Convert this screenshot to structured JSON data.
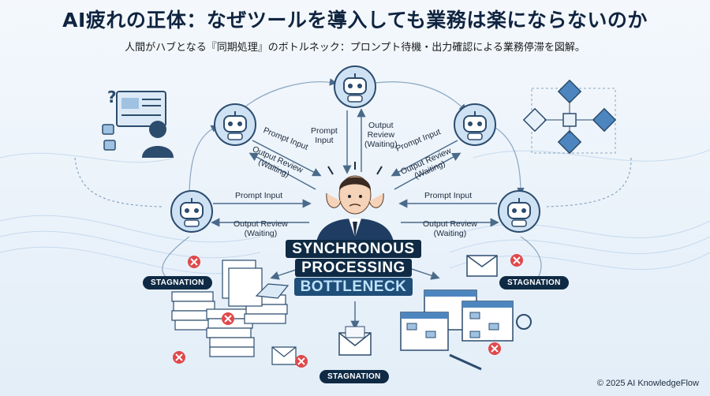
{
  "title": "AI疲れの正体：なぜツールを導入しても業務は楽にならないのか",
  "subtitle": "人間がハブとなる『同期処理』のボトルネック：プロンプト待機・出力確認による業務停滞を図解。",
  "flow_labels": {
    "prompt_input": "Prompt Input",
    "output_review": "Output Review",
    "waiting": "(Waiting)"
  },
  "center": {
    "line1": "SYNCHRONOUS",
    "line2": "PROCESSING",
    "line3": "BOTTLENECK"
  },
  "stagnation_label": "STAGNATION",
  "copyright": "© 2025 AI KnowledgeFlow",
  "colors": {
    "navy": "#0f2a44",
    "accent_blue": "#4a7fb5",
    "stagnation_red": "#e0484a",
    "background": "#eef4fa"
  }
}
